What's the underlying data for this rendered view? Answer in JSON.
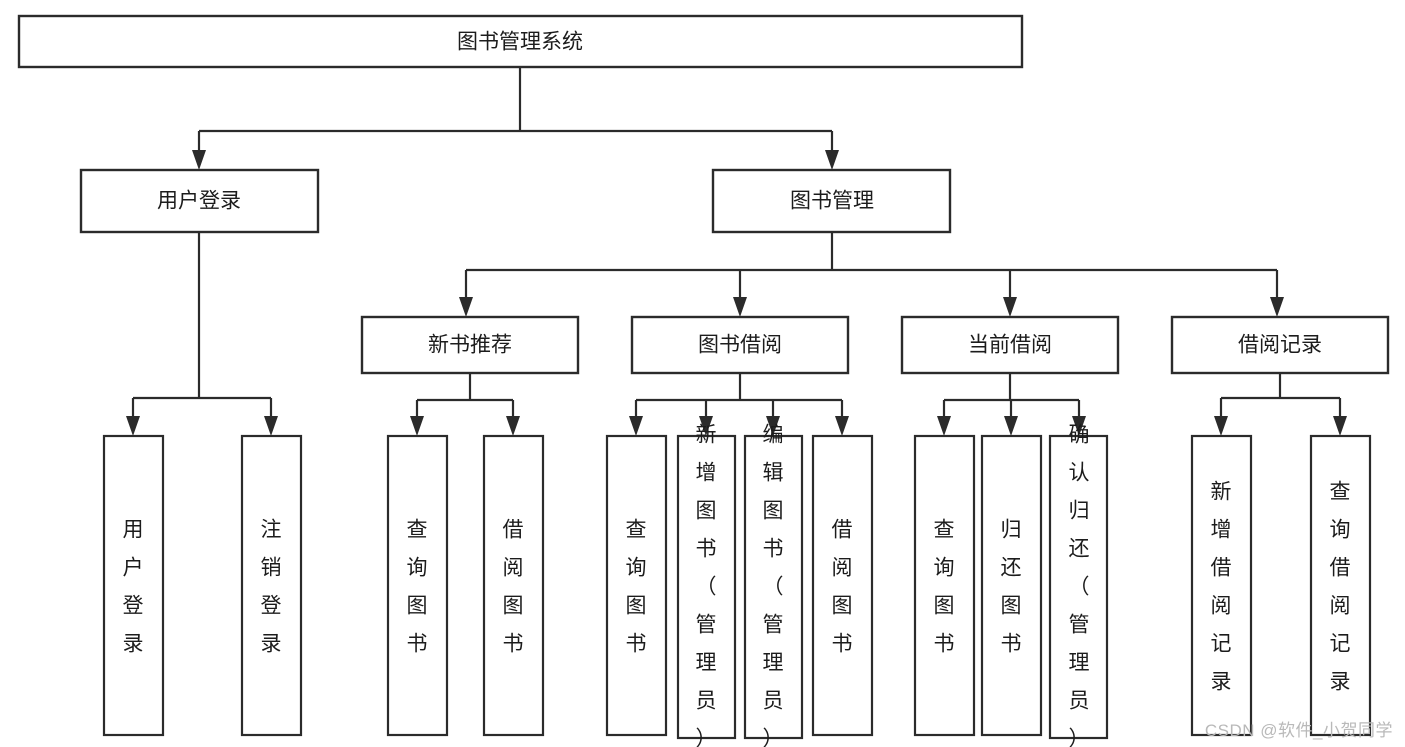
{
  "diagram": {
    "type": "tree",
    "title": "图书管理系统",
    "orientation": "top-down",
    "watermark": "CSDN @软件_小贺同学",
    "colors": {
      "background": "#ffffff",
      "box_border": "#2b2b2b",
      "box_fill": "#ffffff",
      "text": "#1c1c1c",
      "watermark": "#b9b9b9"
    },
    "nodes": {
      "root": {
        "label": "图书管理系统"
      },
      "level2": [
        {
          "id": "user-login",
          "label": "用户登录"
        },
        {
          "id": "book-manage",
          "label": "图书管理"
        }
      ],
      "level3": [
        {
          "id": "new-book-rec",
          "label": "新书推荐"
        },
        {
          "id": "book-borrow",
          "label": "图书借阅"
        },
        {
          "id": "current-borrow",
          "label": "当前借阅"
        },
        {
          "id": "borrow-record",
          "label": "借阅记录"
        }
      ],
      "leaves": {
        "user-login": [
          {
            "id": "leaf-user-login",
            "label": "用户登录"
          },
          {
            "id": "leaf-logout",
            "label": "注销登录"
          }
        ],
        "new-book-rec": [
          {
            "id": "leaf-query-book-1",
            "label": "查询图书"
          },
          {
            "id": "leaf-borrow-book-1",
            "label": "借阅图书"
          }
        ],
        "book-borrow": [
          {
            "id": "leaf-query-book-2",
            "label": "查询图书"
          },
          {
            "id": "leaf-add-book",
            "label": "新增图书（管理员）"
          },
          {
            "id": "leaf-edit-book",
            "label": "编辑图书（管理员）"
          },
          {
            "id": "leaf-borrow-book-2",
            "label": "借阅图书"
          }
        ],
        "current-borrow": [
          {
            "id": "leaf-query-book-3",
            "label": "查询图书"
          },
          {
            "id": "leaf-return-book",
            "label": "归还图书"
          },
          {
            "id": "leaf-confirm-return",
            "label": "确认归还（管理员）"
          }
        ],
        "borrow-record": [
          {
            "id": "leaf-add-record",
            "label": "新增借阅记录"
          },
          {
            "id": "leaf-query-record",
            "label": "查询借阅记录"
          }
        ]
      }
    }
  }
}
